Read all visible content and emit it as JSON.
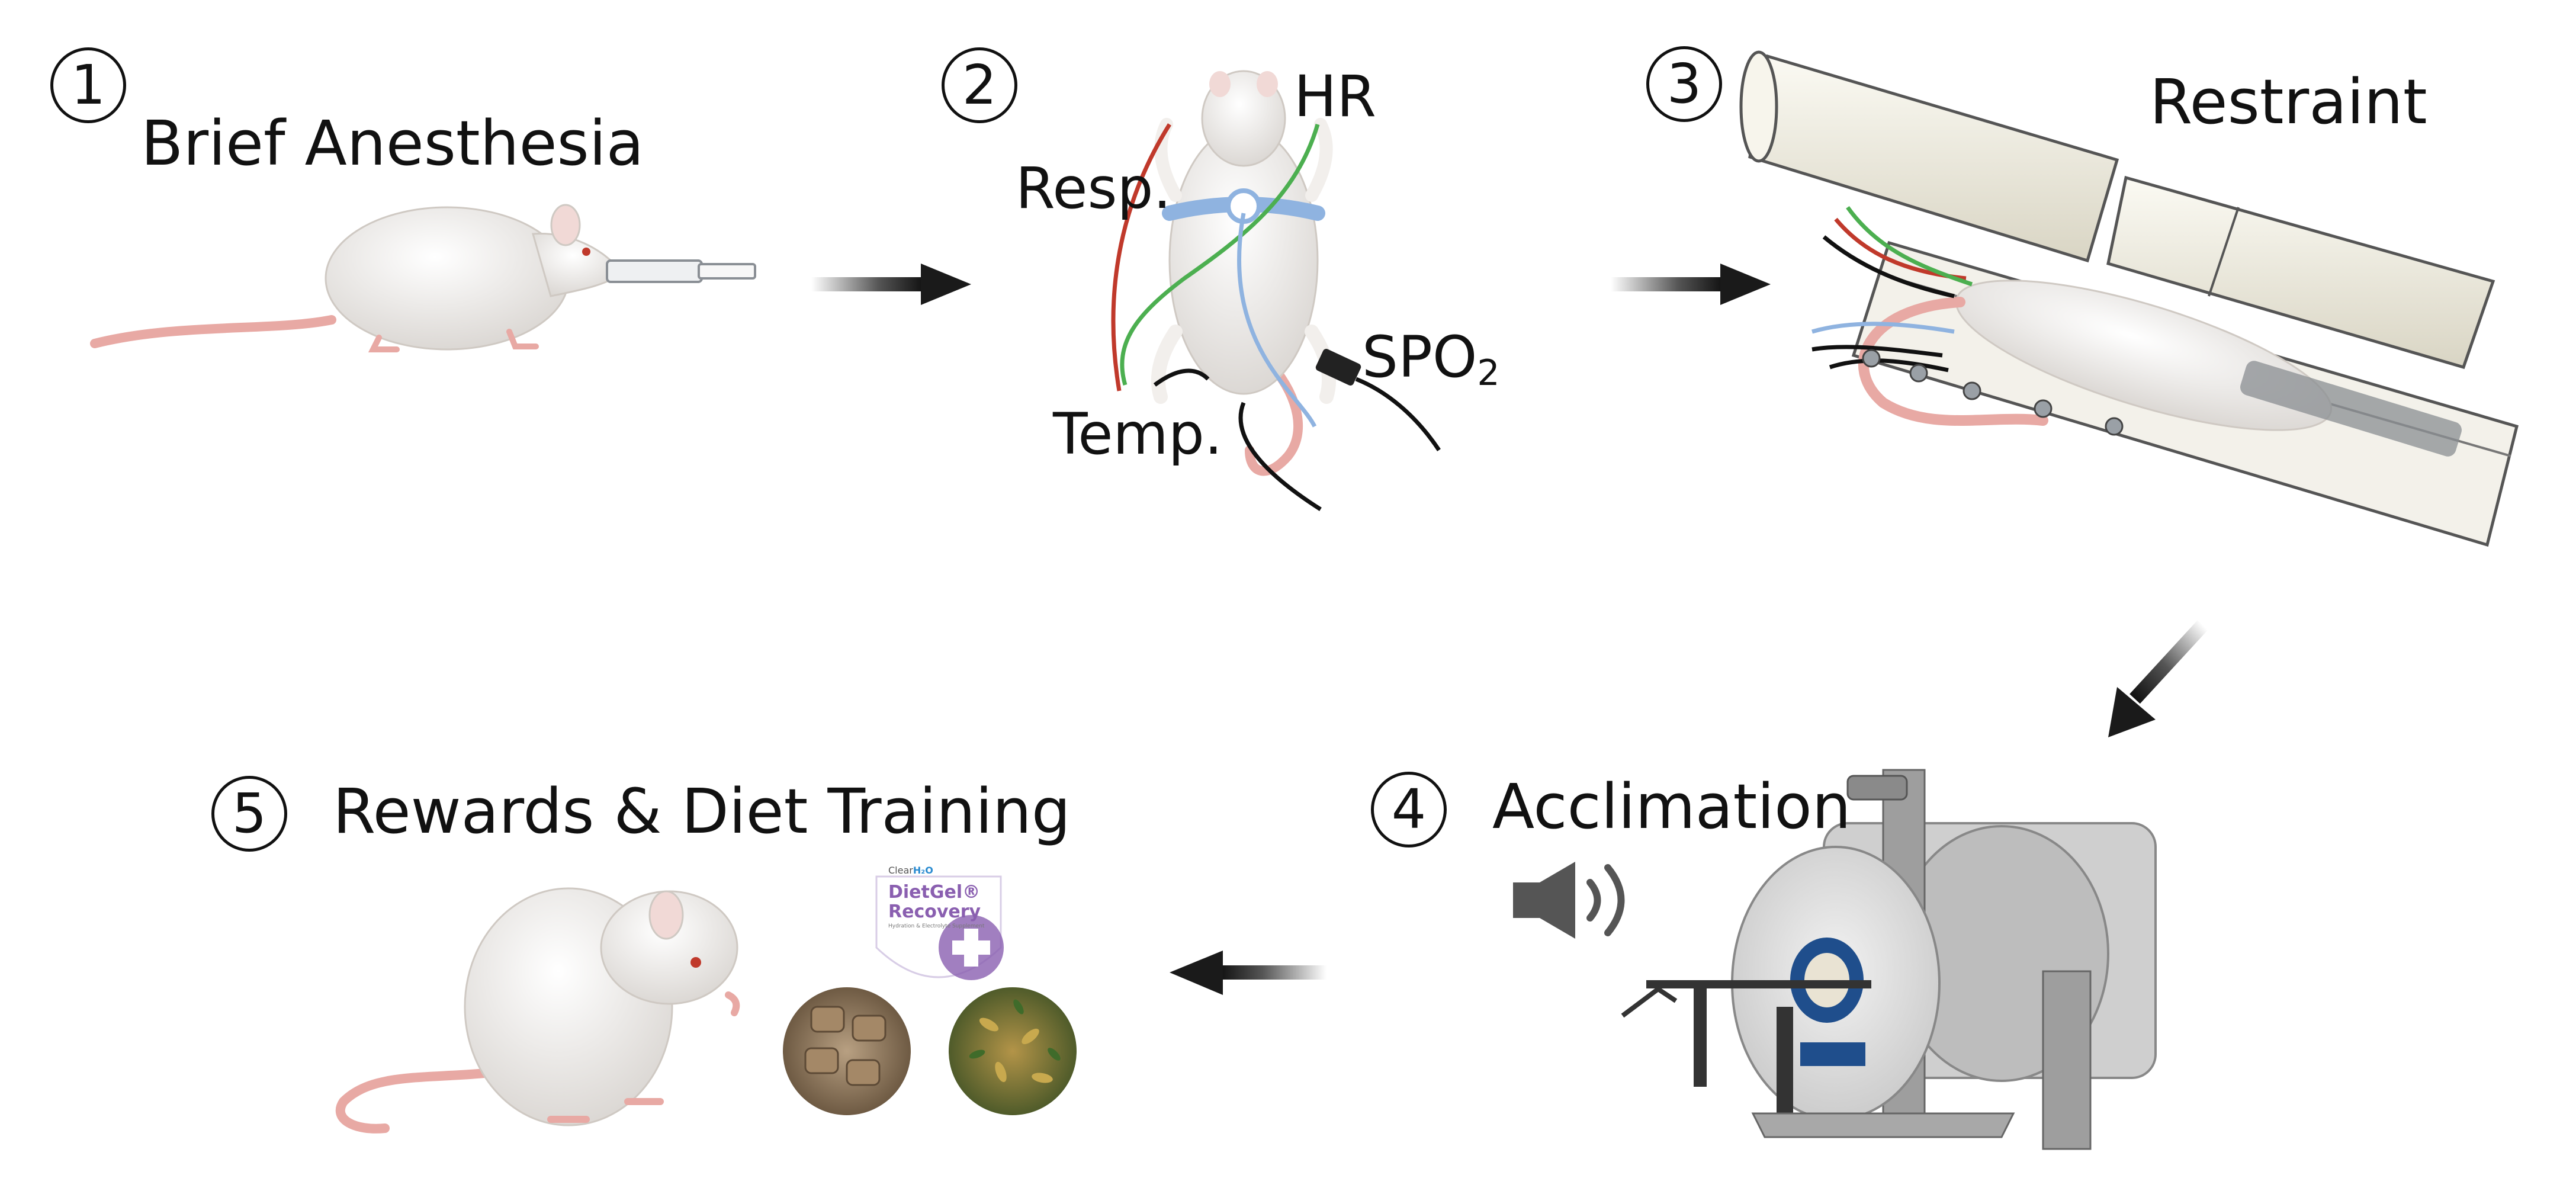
{
  "steps": [
    {
      "number": "1",
      "title": "Brief Anesthesia"
    },
    {
      "number": "2",
      "title": ""
    },
    {
      "number": "3",
      "title": "Restraint"
    },
    {
      "number": "4",
      "title": "Acclimation"
    },
    {
      "number": "5",
      "title": "Rewards & Diet Training"
    }
  ],
  "sensors": {
    "hr": "HR",
    "resp": "Resp.",
    "temp": "Temp.",
    "spo2_main": "SPO",
    "spo2_sub": "2"
  },
  "dietgel": {
    "brand_prefix": "Clear",
    "brand_h2o": "H₂O",
    "name": "DietGel®",
    "variant": "Recovery",
    "tagline": "Hydration & Electrolyte Supplement"
  },
  "colors": {
    "arrow": "#1a1a1a",
    "rat_body": "#f2efec",
    "rat_tail": "#e8a9a4",
    "wire_red": "#c0392b",
    "wire_green": "#4caf50",
    "wire_blue": "#8fb3e0",
    "wire_black": "#111111",
    "tube": "#f4f1e6",
    "scanner": "#d7d7d7",
    "coil": "#1f4e8c",
    "dietgel_purple": "#8a5fb0"
  }
}
